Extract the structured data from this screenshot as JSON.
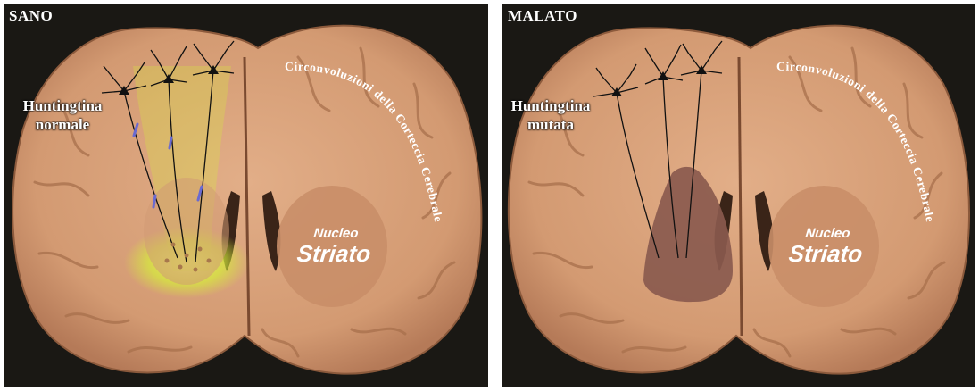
{
  "panels": [
    {
      "heading": "SANO",
      "protein_label": "Huntingtina\nnormale",
      "cortex_label": "Circonvoluzioni della Corteccia Cerebrale",
      "nucleus_label_line1": "Nucleo",
      "nucleus_label_line2": "Striato"
    },
    {
      "heading": "MALATO",
      "protein_label": "Huntingtina\nmutata",
      "cortex_label": "Circonvoluzioni della Corteccia Cerebrale",
      "nucleus_label_line1": "Nucleo",
      "nucleus_label_line2": "Striato"
    }
  ],
  "colors": {
    "brain_tissue": "#d8a07a",
    "healthy_glow": "#d6ee3a",
    "damaged_striatum": "#8a5a4e",
    "background": "#1a1814"
  }
}
